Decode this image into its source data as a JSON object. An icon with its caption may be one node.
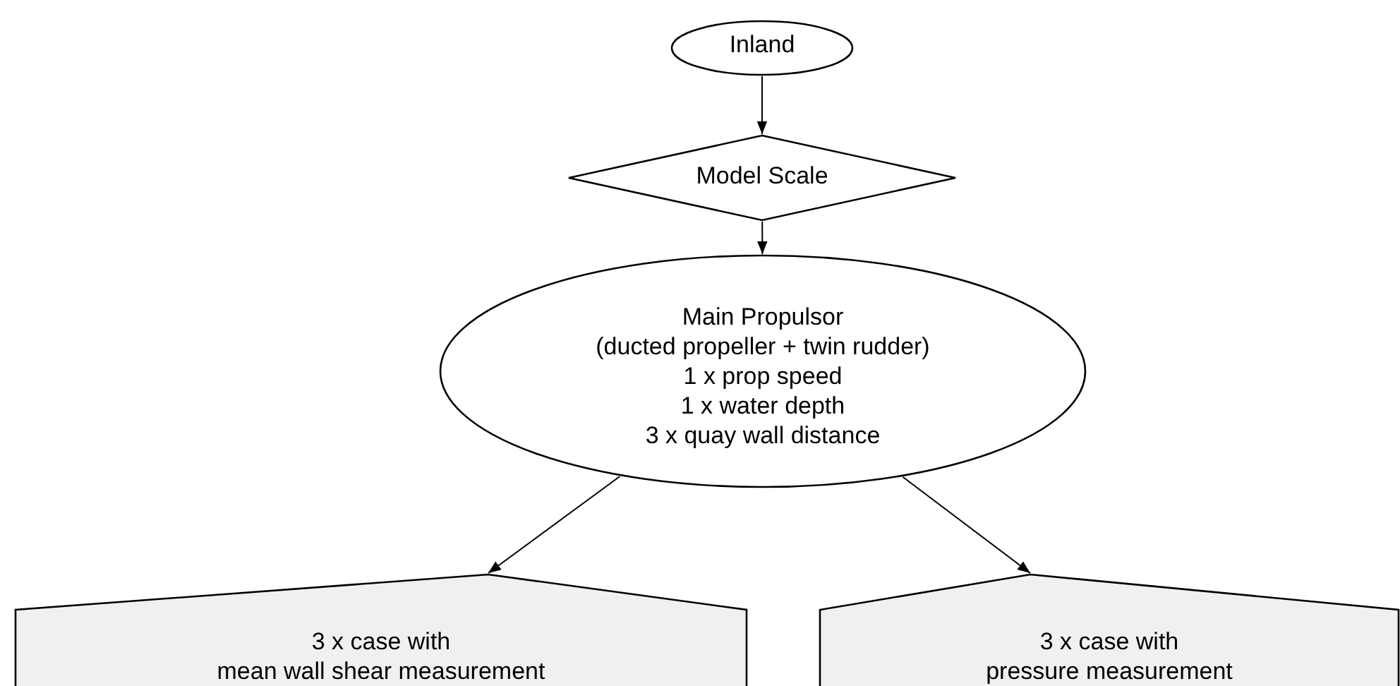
{
  "diagram": {
    "nodes": [
      {
        "text": [
          "Inland"
        ]
      },
      {
        "text": [
          "Model Scale"
        ]
      },
      {
        "text": [
          "Main Propulsor",
          "(ducted propeller + twin rudder)",
          "1 x prop speed",
          "1 x water depth",
          "3 x quay wall distance"
        ]
      },
      {
        "text": [
          "3 x case with",
          "mean wall shear measurement"
        ]
      },
      {
        "text": [
          "3 x case with",
          "pressure measurement"
        ]
      }
    ],
    "edges": [
      {
        "from": 0,
        "to": 1,
        "arrow": "to"
      },
      {
        "from": 1,
        "to": 2,
        "arrow": "to"
      },
      {
        "from": 2,
        "to": 3,
        "arrow": "to"
      },
      {
        "from": 2,
        "to": 4,
        "arrow": "to"
      }
    ]
  }
}
